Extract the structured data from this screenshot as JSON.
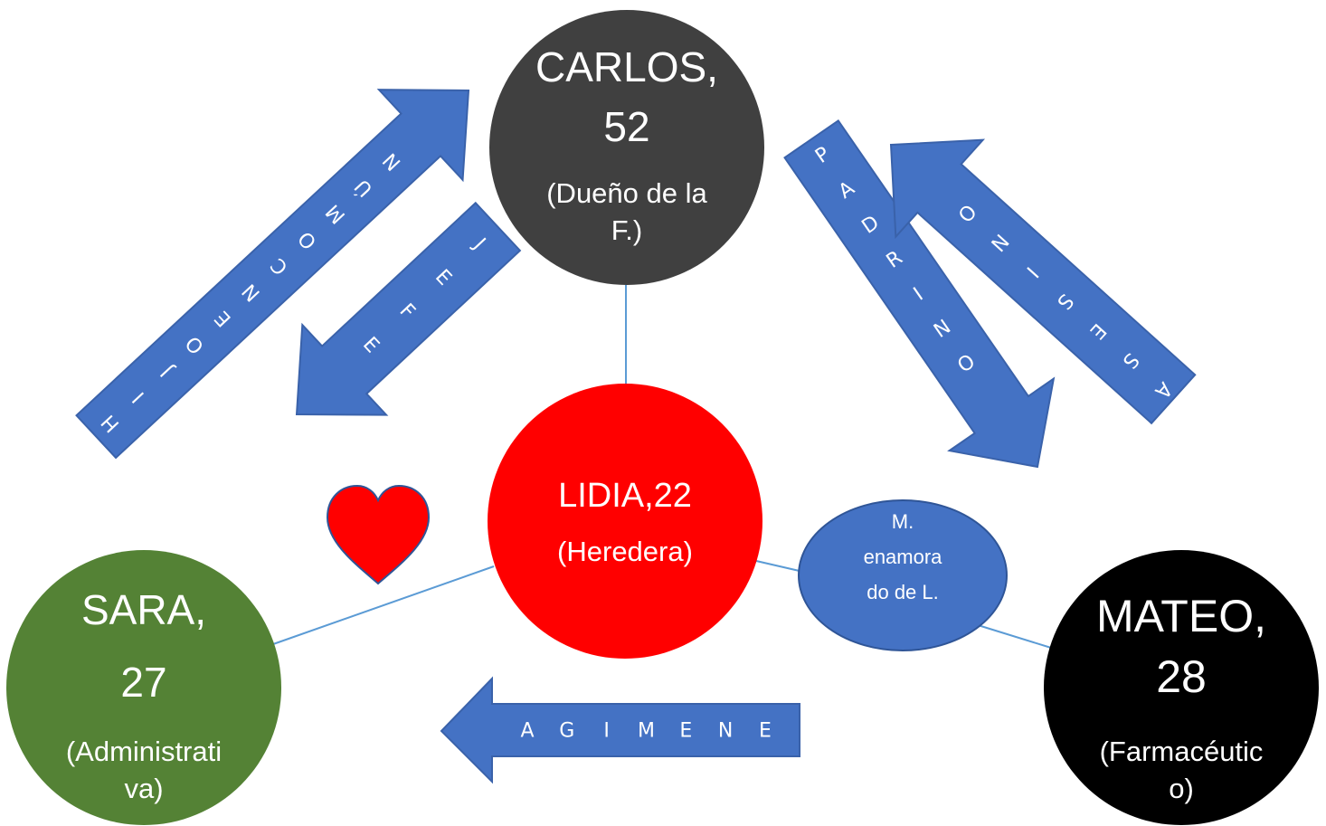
{
  "colors": {
    "arrow": "#4472c4",
    "arrow_border": "#3a62aa",
    "connector": "#5b9bd5",
    "carlos": "#404040",
    "lidia": "#ff0000",
    "sara": "#548235",
    "mateo": "#000000",
    "mateo_love": "#4472c4",
    "heart": "#ff0000",
    "heart_border": "#2f5597",
    "text": "#ffffff"
  },
  "nodes": {
    "carlos": {
      "name": "CARLOS,",
      "age": "52",
      "role_1": "(Dueño de la",
      "role_2": "F.)"
    },
    "lidia": {
      "name": "LIDIA,22",
      "role": "(Heredera)"
    },
    "sara": {
      "name": "SARA,",
      "age": "27",
      "role_1": "(Administrati",
      "role_2": "va)"
    },
    "mateo": {
      "name": "MATEO,",
      "age": "28",
      "role_1": "(Farmacéutic",
      "role_2": "o)"
    },
    "mateo_love": {
      "line_1": "M.",
      "line_2": "enamora",
      "line_3": "do de L."
    }
  },
  "icons": {
    "heart": "heart-icon"
  },
  "arrows": {
    "hijo_en_comun": {
      "letters": [
        "H",
        "I",
        "J",
        "O",
        "E",
        "N",
        "C",
        "O",
        "M",
        "Ú",
        "N"
      ]
    },
    "jefe": {
      "letters": [
        "J",
        "E",
        "F",
        "E"
      ]
    },
    "padrino": {
      "letters": [
        "P",
        "A",
        "D",
        "R",
        "I",
        "N",
        "O"
      ]
    },
    "asesino": {
      "letters": [
        "A",
        "S",
        "E",
        "S",
        "I",
        "N",
        "O"
      ]
    },
    "enemiga": {
      "letters": [
        "E",
        "N",
        "E",
        "M",
        "I",
        "G",
        "A"
      ]
    }
  }
}
